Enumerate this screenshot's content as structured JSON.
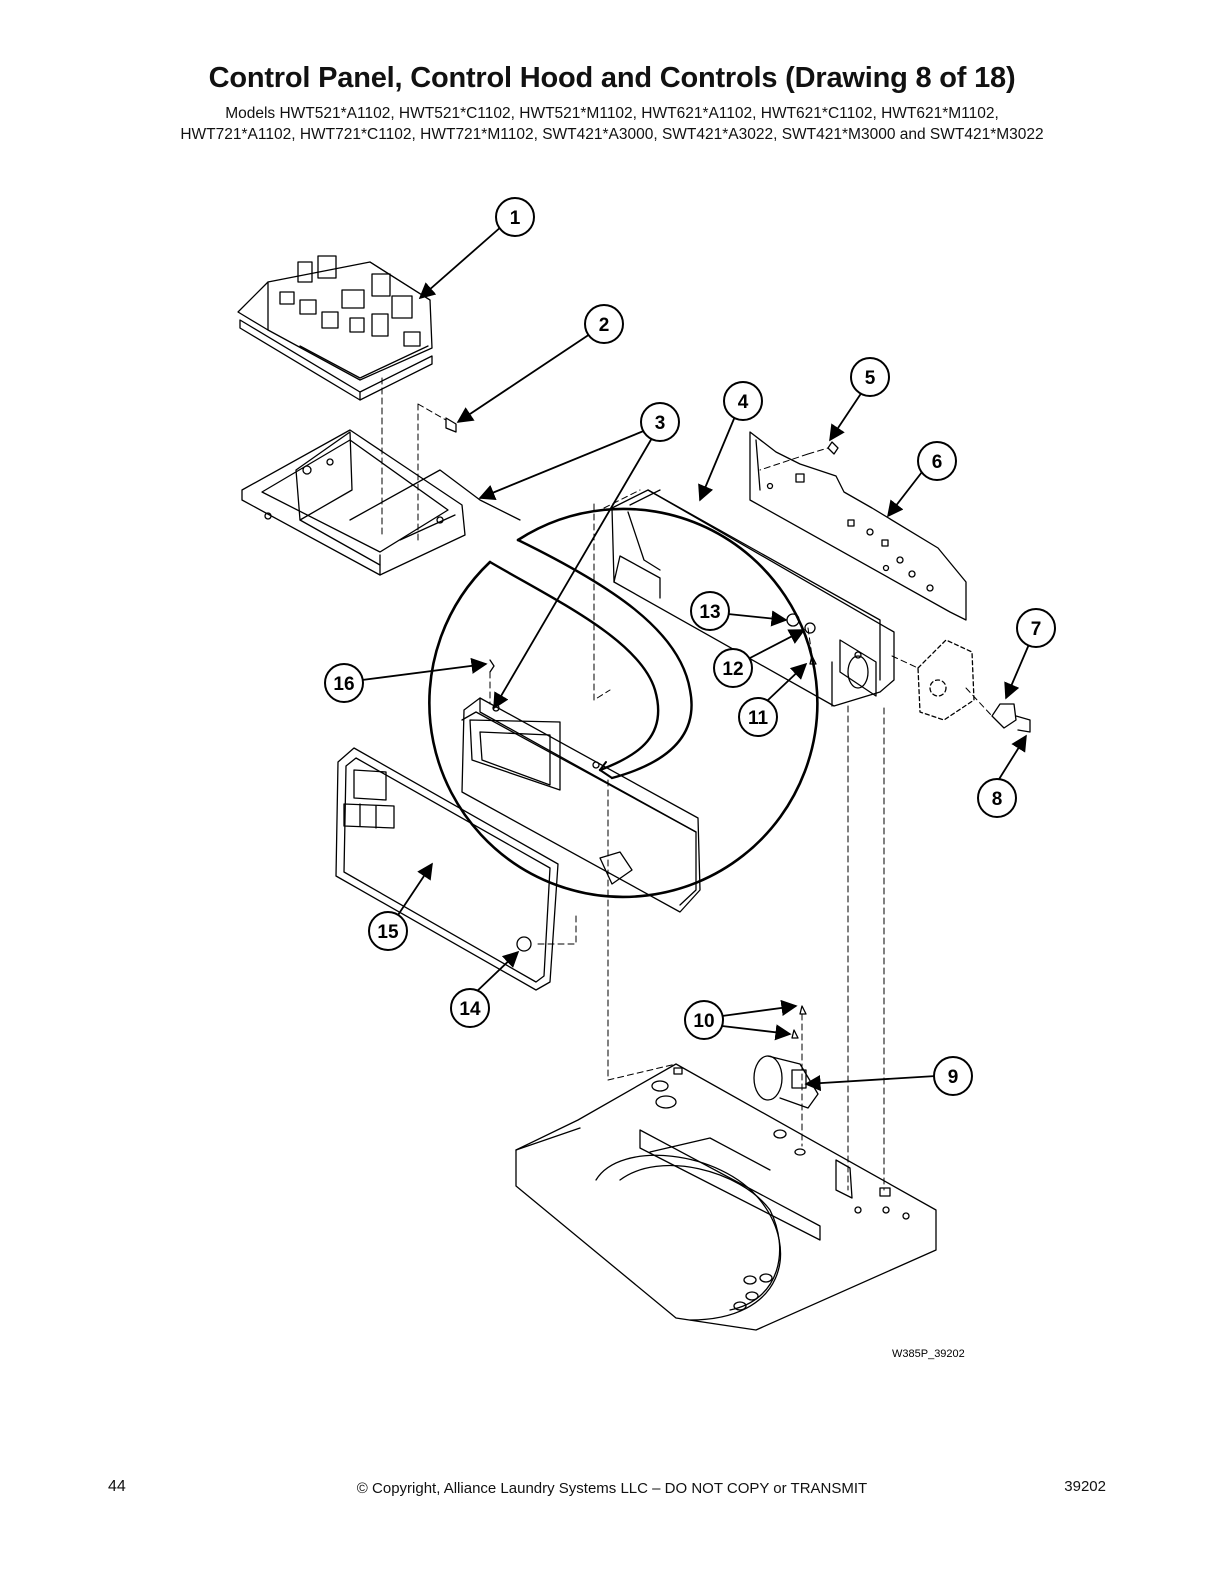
{
  "header": {
    "title": "Control Panel, Control Hood and Controls (Drawing 8 of 18)",
    "models_line1": "Models HWT521*A1102, HWT521*C1102, HWT521*M1102, HWT621*A1102, HWT621*C1102, HWT621*M1102,",
    "models_line2": "HWT721*A1102, HWT721*C1102, HWT721*M1102, SWT421*A3000, SWT421*A3022, SWT421*M3000 and SWT421*M3022"
  },
  "callouts": {
    "c1": "1",
    "c2": "2",
    "c3": "3",
    "c4": "4",
    "c5": "5",
    "c6": "6",
    "c7": "7",
    "c8": "8",
    "c9": "9",
    "c10": "10",
    "c11": "11",
    "c12": "12",
    "c13": "13",
    "c14": "14",
    "c15": "15",
    "c16": "16"
  },
  "drawing_code": "W385P_39202",
  "footer": {
    "page_number": "44",
    "copyright": "© Copyright, Alliance Laundry Systems LLC – DO NOT COPY or TRANSMIT",
    "doc_number": "39202"
  }
}
